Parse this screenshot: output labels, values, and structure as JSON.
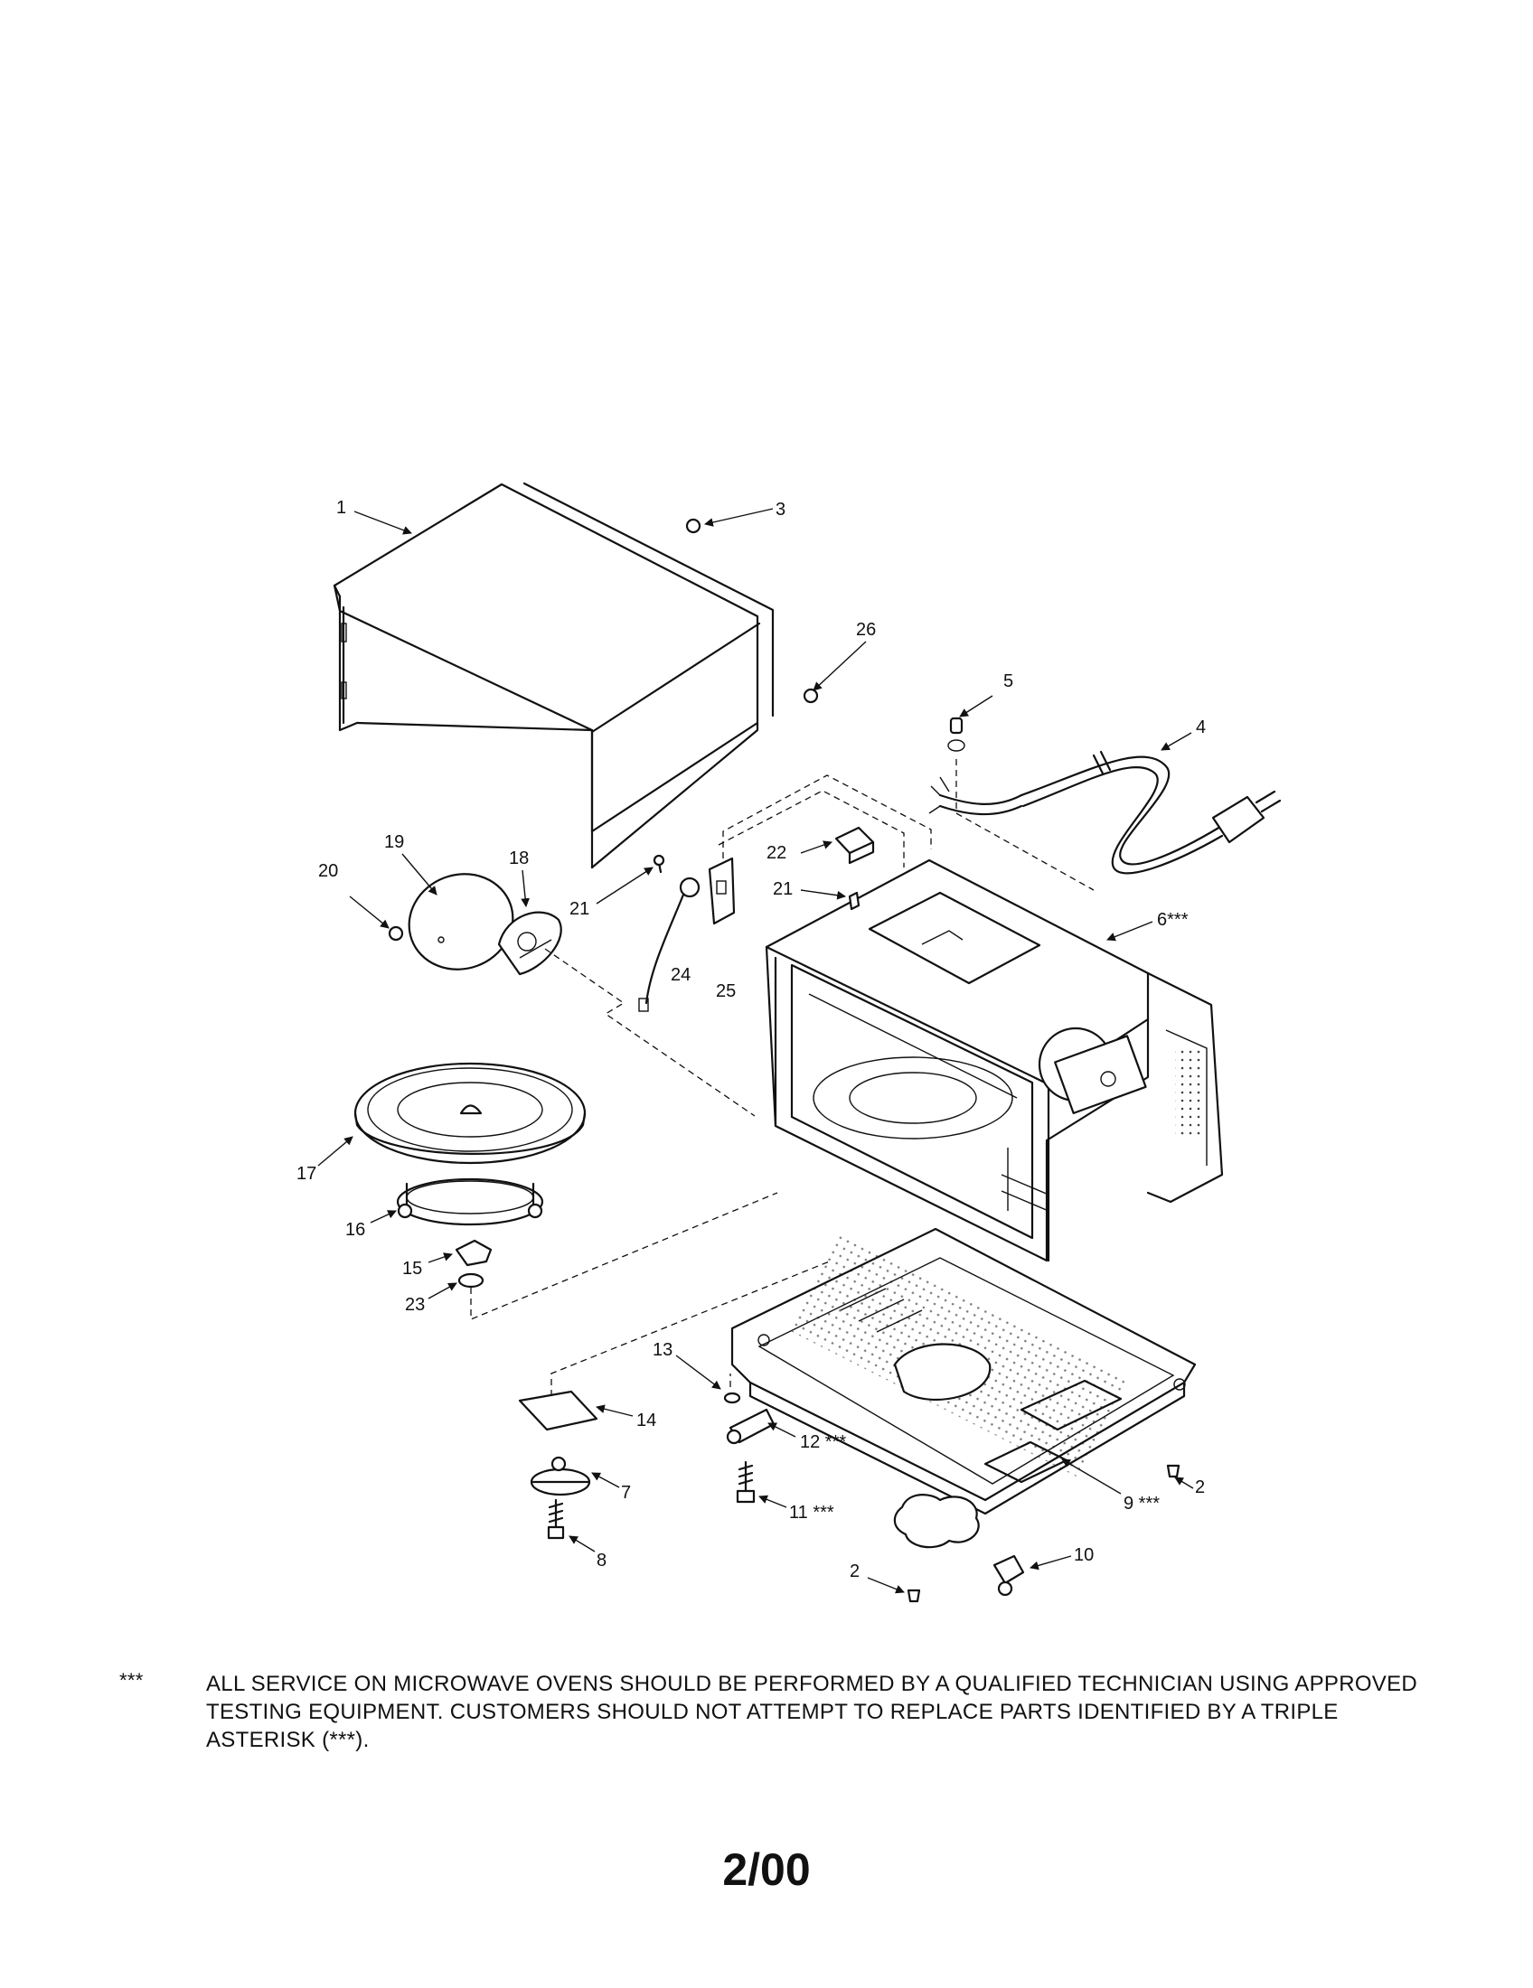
{
  "callouts": [
    {
      "id": "c1",
      "text": "1"
    },
    {
      "id": "c3",
      "text": "3"
    },
    {
      "id": "c26",
      "text": "26"
    },
    {
      "id": "c5",
      "text": "5"
    },
    {
      "id": "c4",
      "text": "4"
    },
    {
      "id": "c19",
      "text": "19"
    },
    {
      "id": "c18",
      "text": "18"
    },
    {
      "id": "c20",
      "text": "20"
    },
    {
      "id": "c21a",
      "text": "21"
    },
    {
      "id": "c24",
      "text": "24"
    },
    {
      "id": "c25",
      "text": "25"
    },
    {
      "id": "c22",
      "text": "22"
    },
    {
      "id": "c21b",
      "text": "21"
    },
    {
      "id": "c6",
      "text": "6***"
    },
    {
      "id": "c17",
      "text": "17"
    },
    {
      "id": "c16",
      "text": "16"
    },
    {
      "id": "c15",
      "text": "15"
    },
    {
      "id": "c23",
      "text": "23"
    },
    {
      "id": "c13",
      "text": "13"
    },
    {
      "id": "c14",
      "text": "14"
    },
    {
      "id": "c12",
      "text": "12 ***"
    },
    {
      "id": "c7",
      "text": "7"
    },
    {
      "id": "c11",
      "text": "11 ***"
    },
    {
      "id": "c8",
      "text": "8"
    },
    {
      "id": "c9",
      "text": "9 ***"
    },
    {
      "id": "c2a",
      "text": "2"
    },
    {
      "id": "c10",
      "text": "10"
    },
    {
      "id": "c2b",
      "text": "2"
    }
  ],
  "footnote": {
    "marker": "***",
    "text": "ALL SERVICE ON MICROWAVE OVENS SHOULD BE PERFORMED BY A QUALIFIED TECHNICIAN USING APPROVED TESTING EQUIPMENT.  CUSTOMERS SHOULD NOT ATTEMPT TO REPLACE PARTS IDENTIFIED BY A TRIPLE ASTERISK (***)."
  },
  "page_number": "2/00"
}
